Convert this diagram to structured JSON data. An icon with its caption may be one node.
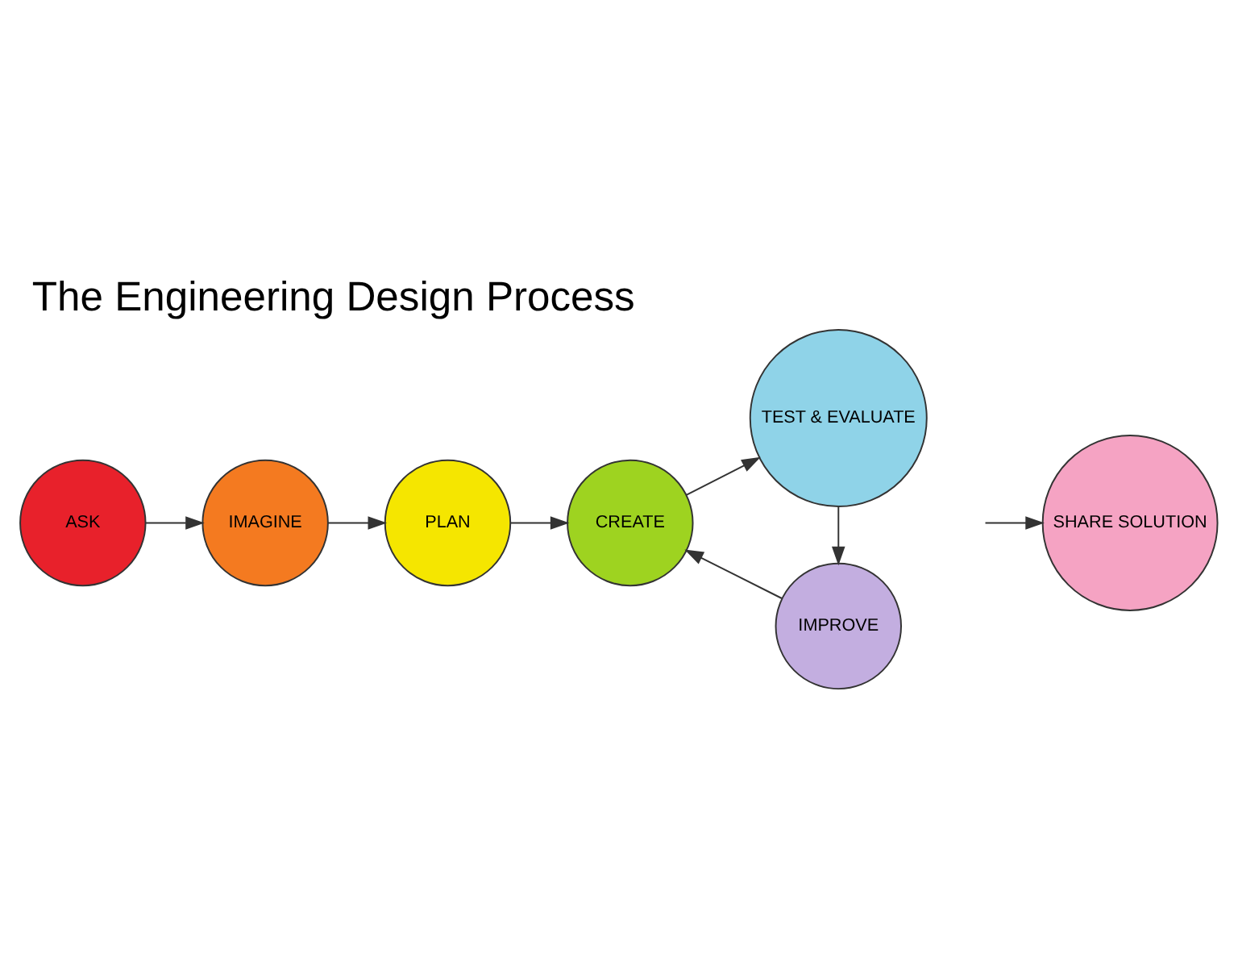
{
  "diagram": {
    "title": "The Engineering Design Process",
    "nodes": [
      {
        "text": [
          "ASK"
        ]
      },
      {
        "text": [
          "IMAGINE"
        ]
      },
      {
        "text": [
          "PLAN"
        ]
      },
      {
        "text": [
          "CREATE"
        ]
      },
      {
        "text": [
          "TEST & EVALUATE"
        ]
      },
      {
        "text": [
          "SHARE SOLUTION"
        ]
      },
      {
        "text": [
          "IMPROVE"
        ]
      }
    ],
    "edges": [
      {
        "from": 0,
        "to": 1,
        "arrow": "to"
      },
      {
        "from": 1,
        "to": 2,
        "arrow": "to"
      },
      {
        "from": 2,
        "to": 3,
        "arrow": "to"
      },
      {
        "from": 3,
        "to": 4,
        "arrow": "to"
      },
      {
        "from": 4,
        "to": 6,
        "arrow": "to"
      },
      {
        "from": 6,
        "to": 3,
        "arrow": "to"
      },
      {
        "from": null,
        "to": 5,
        "arrow": "to"
      }
    ]
  }
}
